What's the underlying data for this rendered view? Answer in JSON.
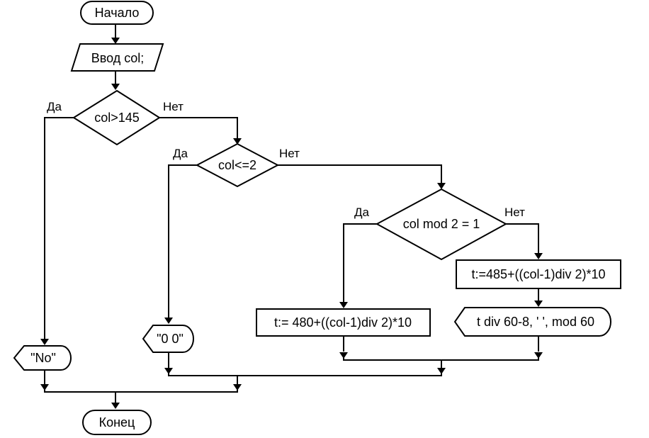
{
  "nodes": {
    "start": "Начало",
    "input": "Ввод col;",
    "cond1": "col>145",
    "cond2": "col<=2",
    "cond3": "col mod 2 = 1",
    "assign_odd": "t:= 480+((col-1)div 2)*10",
    "assign_even": "t:=485+((col-1)div 2)*10",
    "out_no": "\"No\"",
    "out_zero": "\"0 0\"",
    "out_time": "t div 60-8, ' ', mod 60",
    "end": "Конец"
  },
  "branch_labels": {
    "c1_yes": "Да",
    "c1_no": "Нет",
    "c2_yes": "Да",
    "c2_no": "Нет",
    "c3_yes": "Да",
    "c3_no": "Нет"
  }
}
